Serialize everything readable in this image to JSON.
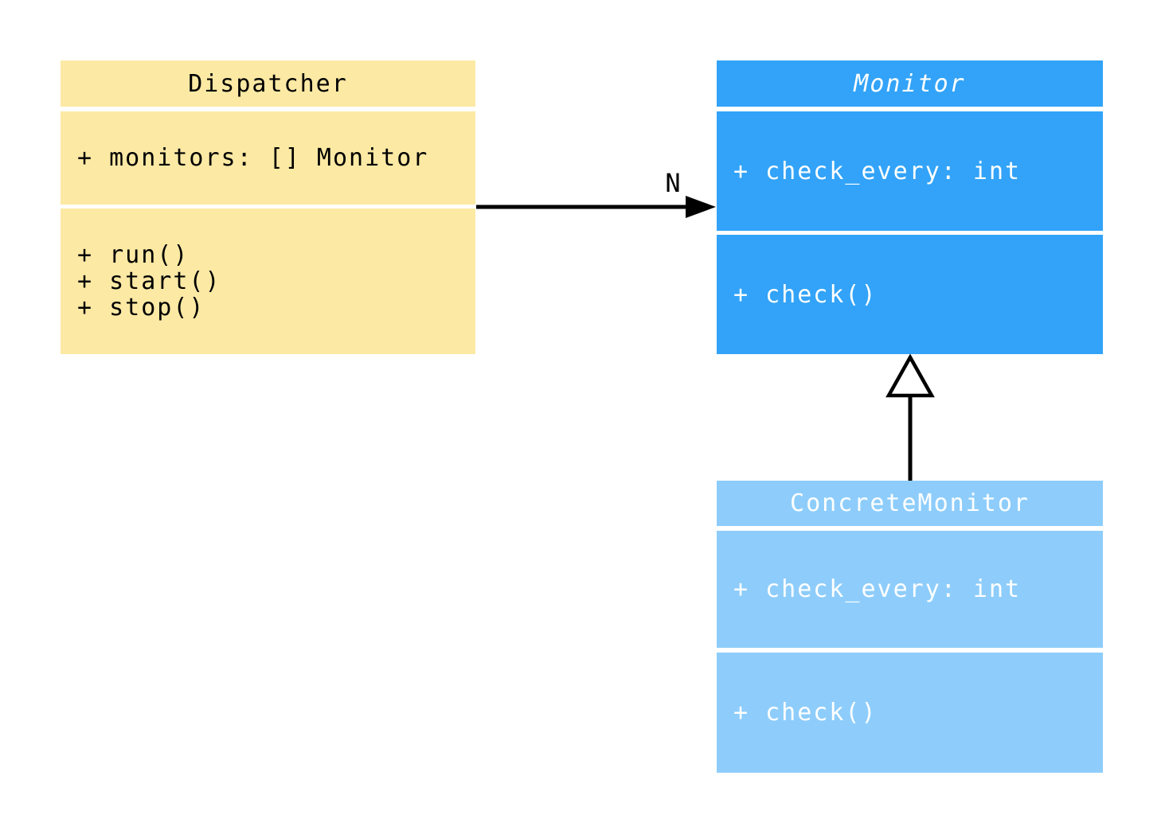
{
  "diagram": {
    "type": "uml-class-diagram",
    "background_color": "#FFFFFF",
    "connector_color": "#000000",
    "classes": [
      {
        "name": "Dispatcher",
        "abstract": false,
        "fill": "#FCE9A4",
        "text_color": "#000000",
        "attributes": [
          "+ monitors: [] Monitor"
        ],
        "methods": [
          "+ run()",
          "+ start()",
          "+ stop()"
        ]
      },
      {
        "name": "Monitor",
        "abstract": true,
        "fill": "#32A3F8",
        "text_color": "#FFFFFF",
        "attributes": [
          "+ check_every: int"
        ],
        "methods": [
          "+ check()"
        ]
      },
      {
        "name": "ConcreteMonitor",
        "abstract": false,
        "fill": "#8ECDFB",
        "text_color": "#FFFFFF",
        "attributes": [
          "+ check_every: int"
        ],
        "methods": [
          "+ check()"
        ]
      }
    ],
    "relationships": [
      {
        "type": "association",
        "from": "Dispatcher",
        "to": "Monitor",
        "label": "N"
      },
      {
        "type": "inheritance",
        "from": "ConcreteMonitor",
        "to": "Monitor",
        "label": ""
      }
    ]
  }
}
